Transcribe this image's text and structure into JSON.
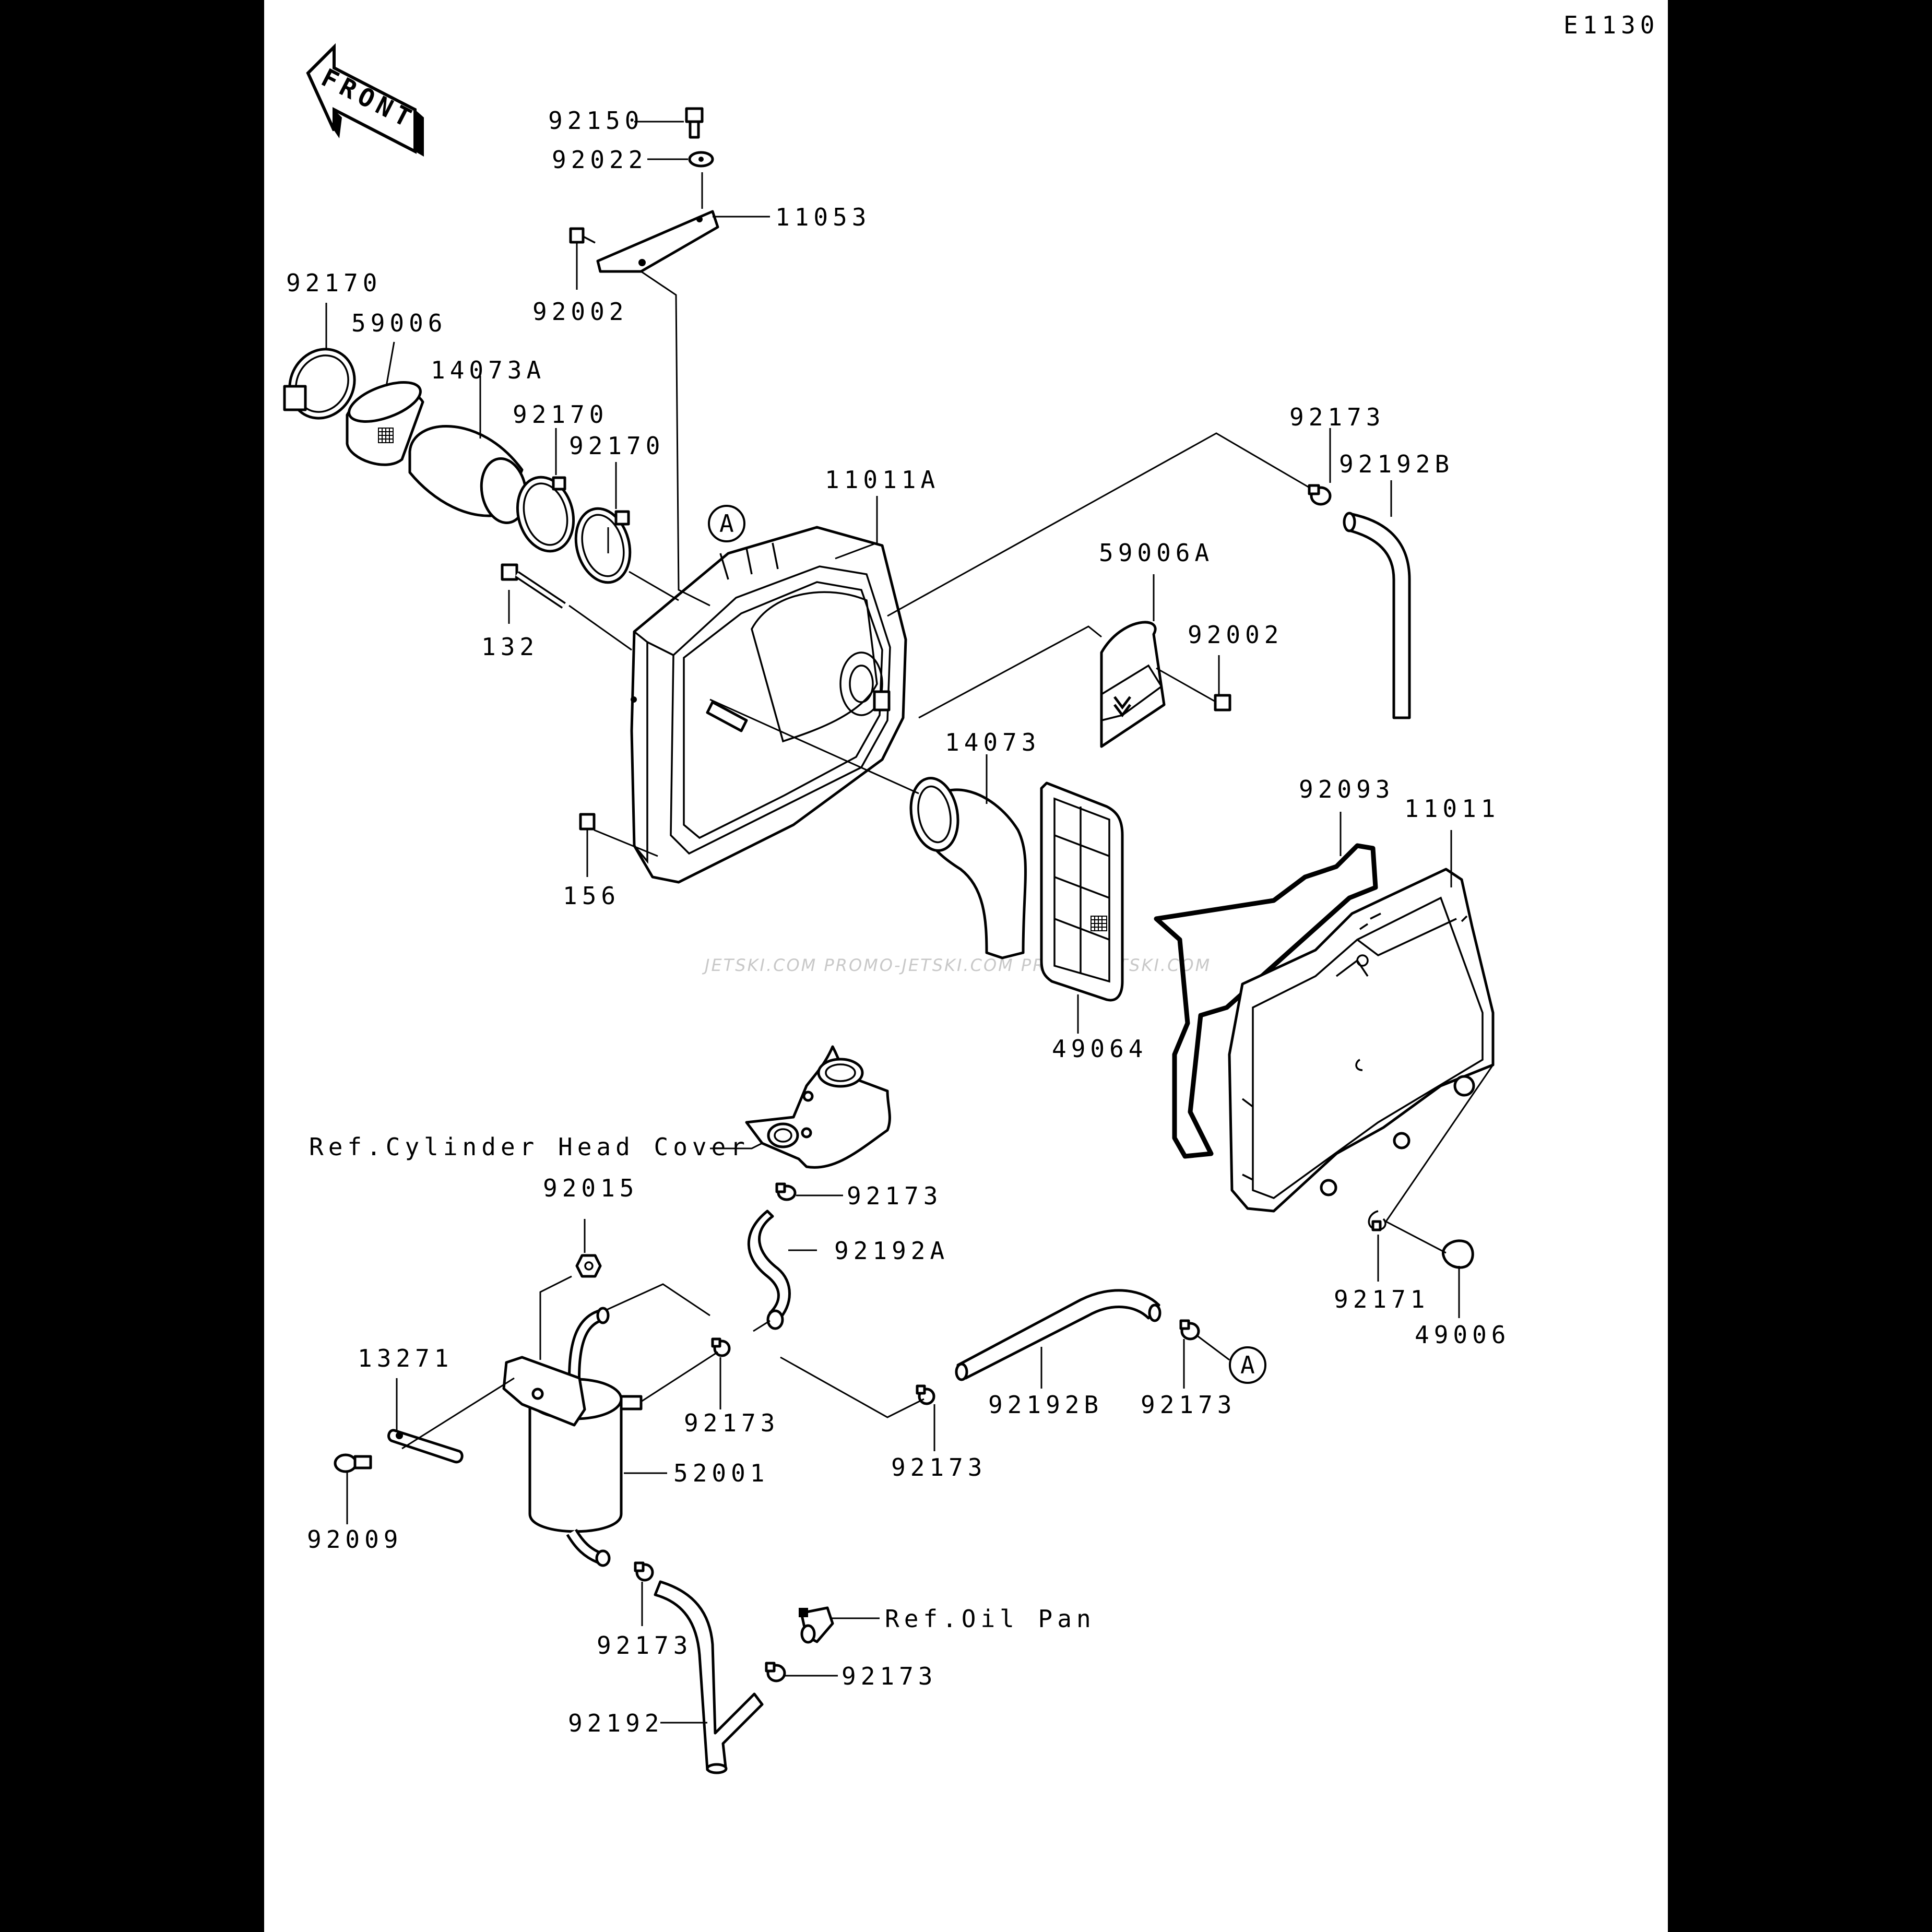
{
  "diagram_code": "E1130",
  "front_arrow_label": "FRONT",
  "watermark": "JETSKI.COM  PROMO-JETSKI.COM  PROMO-JETSKI.COM",
  "callouts": {
    "a_upper": "A",
    "a_lower": "A"
  },
  "references": {
    "cylinder_head_cover": "Ref.Cylinder Head Cover",
    "oil_pan": "Ref.Oil Pan"
  },
  "labels": {
    "p92150": "92150",
    "p92022": "92022",
    "p11053": "11053",
    "p92002_top": "92002",
    "p92170_a": "92170",
    "p59006": "59006",
    "p14073A": "14073A",
    "p92170_b": "92170",
    "p92170_c": "92170",
    "p11011A": "11011A",
    "p132": "132",
    "p156": "156",
    "p92173_top": "92173",
    "p92192B_top": "92192B",
    "p59006A": "59006A",
    "p92002_right": "92002",
    "p14073": "14073",
    "p92093": "92093",
    "p11011": "11011",
    "p49064": "49064",
    "p92173_head": "92173",
    "p92015": "92015",
    "p92192A": "92192A",
    "p13271": "13271",
    "p92173_sep": "92173",
    "p92192B_mid": "92192B",
    "p92173_mid": "92173",
    "p92173_right": "92173",
    "p92171": "92171",
    "p49006": "49006",
    "p52001": "52001",
    "p92009": "92009",
    "p92173_low": "92173",
    "p92173_oil": "92173",
    "p92192": "92192"
  }
}
